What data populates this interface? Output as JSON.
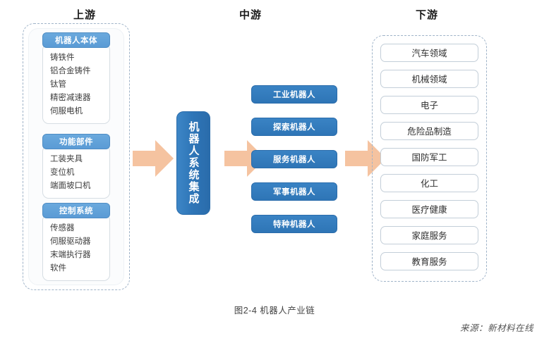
{
  "figure": {
    "caption": "图2-4 机器人产业链",
    "source": "来源：新材料在线"
  },
  "colors": {
    "group_header_blue": "#5a9bd5",
    "mid_pill_blue": "#2e75b6",
    "system_box_blue": "#2f76b8",
    "arrow_peach": "#f5c3a0",
    "dashed_border": "#9fb3c8",
    "down_pill_border": "#c3ced8",
    "background": "#ffffff"
  },
  "columns": {
    "upstream": {
      "header": "上游",
      "groups": [
        {
          "title": "机器人本体",
          "items": [
            "铸铁件",
            "铝合金铸件",
            "钛管",
            "精密减速器",
            "伺服电机"
          ]
        },
        {
          "title": "功能部件",
          "items": [
            "工装夹具",
            "变位机",
            "端面坡口机"
          ]
        },
        {
          "title": "控制系统",
          "items": [
            "传感器",
            "伺服驱动器",
            "末端执行器",
            "软件"
          ]
        }
      ]
    },
    "midstream": {
      "header": "中游",
      "system_box": "机器人系统集成",
      "categories": [
        "工业机器人",
        "探索机器人",
        "服务机器人",
        "军事机器人",
        "特种机器人"
      ]
    },
    "downstream": {
      "header": "下游",
      "fields": [
        "汽车领域",
        "机械领域",
        "电子",
        "危险品制造",
        "国防军工",
        "化工",
        "医疗健康",
        "家庭服务",
        "教育服务"
      ]
    }
  },
  "arrows": {
    "labels": [
      "upstream-to-midstream",
      "midstream-to-categories",
      "categories-to-downstream"
    ]
  }
}
